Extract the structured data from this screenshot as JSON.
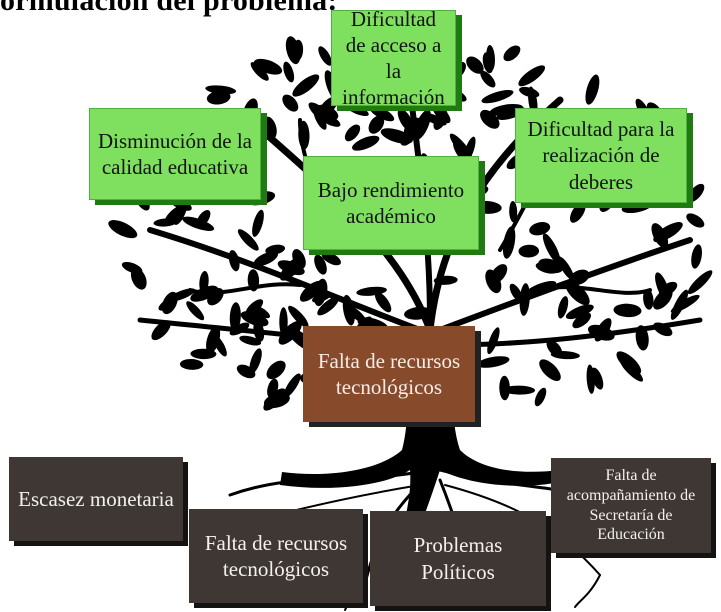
{
  "heading": "ormulación del problema:",
  "effects": [
    "Dificultad de acceso a la información",
    "Disminución de la calidad educativa",
    "Dificultad para la realización de deberes",
    "Bajo rendimiento académico"
  ],
  "problem": "Falta de recursos tecnológicos",
  "causes": [
    "Escasez monetaria",
    "Falta de recursos tecnológicos",
    "Problemas Políticos",
    "Falta de acompañamiento de Secretaría de Educación"
  ],
  "colors": {
    "effect_box": "#7fe060",
    "effect_shadow": "#1f7a12",
    "problem_box": "#874b2c",
    "cause_box": "#3e3734",
    "tree": "#000000"
  }
}
